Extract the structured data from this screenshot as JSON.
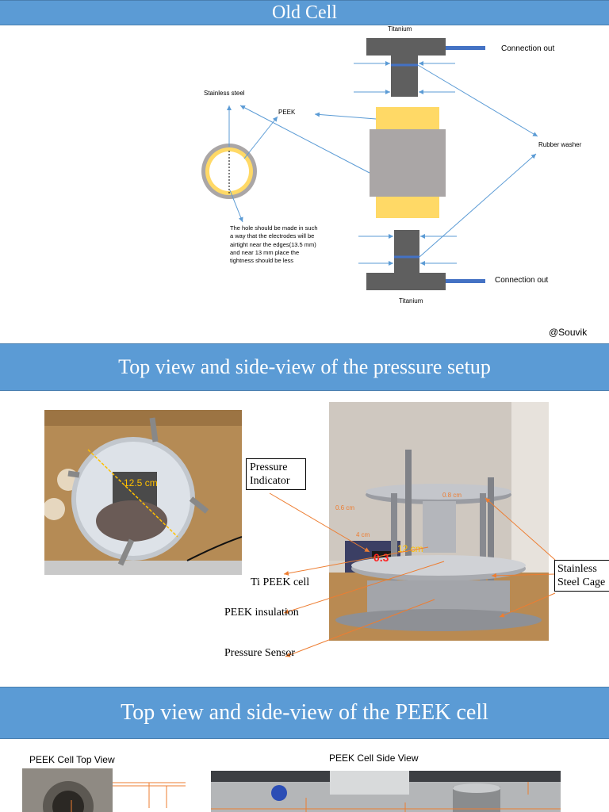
{
  "sections": {
    "old_cell": {
      "title": "Old Cell",
      "labels": {
        "titanium_top": "Titanium",
        "titanium_bottom": "Titanium",
        "connection_out_top": "Connection out",
        "connection_out_bottom": "Connection out",
        "stainless_steel": "Stainless steel",
        "peek": "PEEK",
        "rubber_washer": "Rubber washer",
        "note": "The hole should be made in such a way that the electrodes will be airtight near the edges(13.5 mm) and near 13 mm place the tightness should be less",
        "credit": "@Souvik"
      },
      "colors": {
        "titanium": "#5f5f5f",
        "peek": "#ffd966",
        "steel": "#aaa6a6",
        "arrow": "#5b9bd5",
        "connector": "#4472c4"
      }
    },
    "pressure_setup": {
      "title": "Top view and side-view of the pressure setup",
      "top_photo_measure": "12.5 cm",
      "side_photo_labels": {
        "dim_a": "0.8 cm",
        "dim_b": "0.6 cm",
        "dim_c": "4 cm",
        "dim_d": "12 cm",
        "display": "0.3"
      },
      "callouts": {
        "pressure_indicator": "Pressure Indicator",
        "ti_peek_cell": "Ti PEEK cell",
        "peek_insulation": "PEEK insulation",
        "pressure_sensor": "Pressure Sensor",
        "stainless_steel_cage": "Stainless Steel Cage"
      },
      "colors": {
        "callout_line": "#ed7d31",
        "measure_text": "#ffc000"
      }
    },
    "peek_cell": {
      "title": "Top view and side-view of the PEEK cell",
      "top_view_label": "PEEK Cell Top View",
      "side_view_label": "PEEK Cell Side View"
    }
  }
}
